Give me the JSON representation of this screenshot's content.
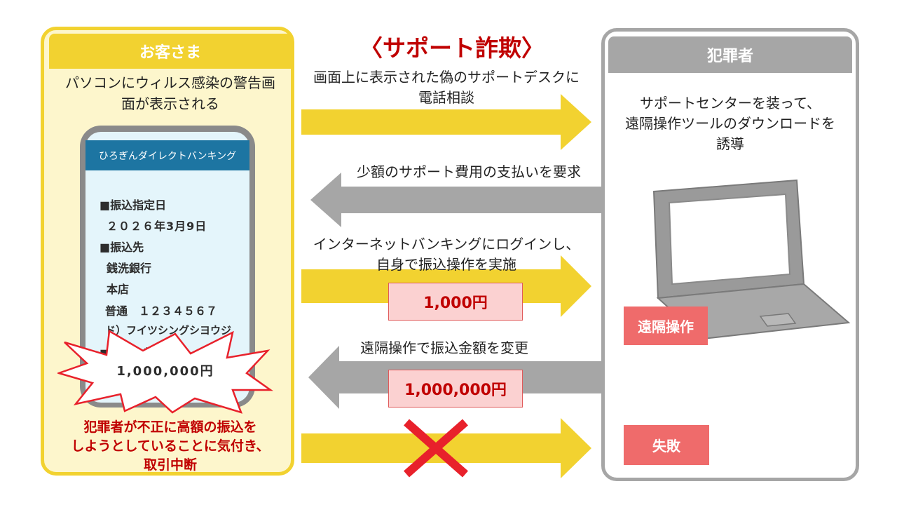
{
  "title": "〈サポート詐欺〉",
  "customer": {
    "header": "お客さま",
    "description_lines": [
      "パソコンにウィルス感染の警告画",
      "面が表示される"
    ],
    "phone": {
      "app_title": "ひろぎんダイレクトバンキング",
      "lines": [
        "■振込指定日",
        "２０２６年3月9日",
        "■振込先",
        "銭洗銀行",
        "本店",
        "普通　１２３４５６７",
        "ド）フイツシングシヨウジ",
        "■振込金額"
      ],
      "amount": "1,000,000円"
    },
    "warning_lines": [
      "犯罪者が不正に高額の振込を",
      "しようとしていることに気付き、",
      "取引中断"
    ]
  },
  "criminal": {
    "header": "犯罪者",
    "description_lines": [
      "サポートセンターを装って、",
      "遠隔操作ツールのダウンロードを",
      "誘導"
    ],
    "remote_badge": "遠隔操作",
    "fail_badge": "失敗"
  },
  "flows": [
    {
      "direction": "right",
      "label_lines": [
        "画面上に表示された偽のサポートデスクに",
        "電話相談"
      ]
    },
    {
      "direction": "left",
      "label_lines": [
        "少額のサポート費用の支払いを要求"
      ]
    },
    {
      "direction": "right",
      "label_lines": [
        "インターネットバンキングにログインし、",
        "自身で振込操作を実施"
      ],
      "amount": "1,000円"
    },
    {
      "direction": "left",
      "label_lines": [
        "遠隔操作で振込金額を変更"
      ],
      "amount": "1,000,000円"
    },
    {
      "direction": "right",
      "label_lines": [],
      "blocked": true
    }
  ],
  "colors": {
    "yellow": "#f2d230",
    "gray": "#a6a6a6",
    "red": "#c00000",
    "blue": "#1d75a2",
    "badge": "#ef6b6b"
  }
}
